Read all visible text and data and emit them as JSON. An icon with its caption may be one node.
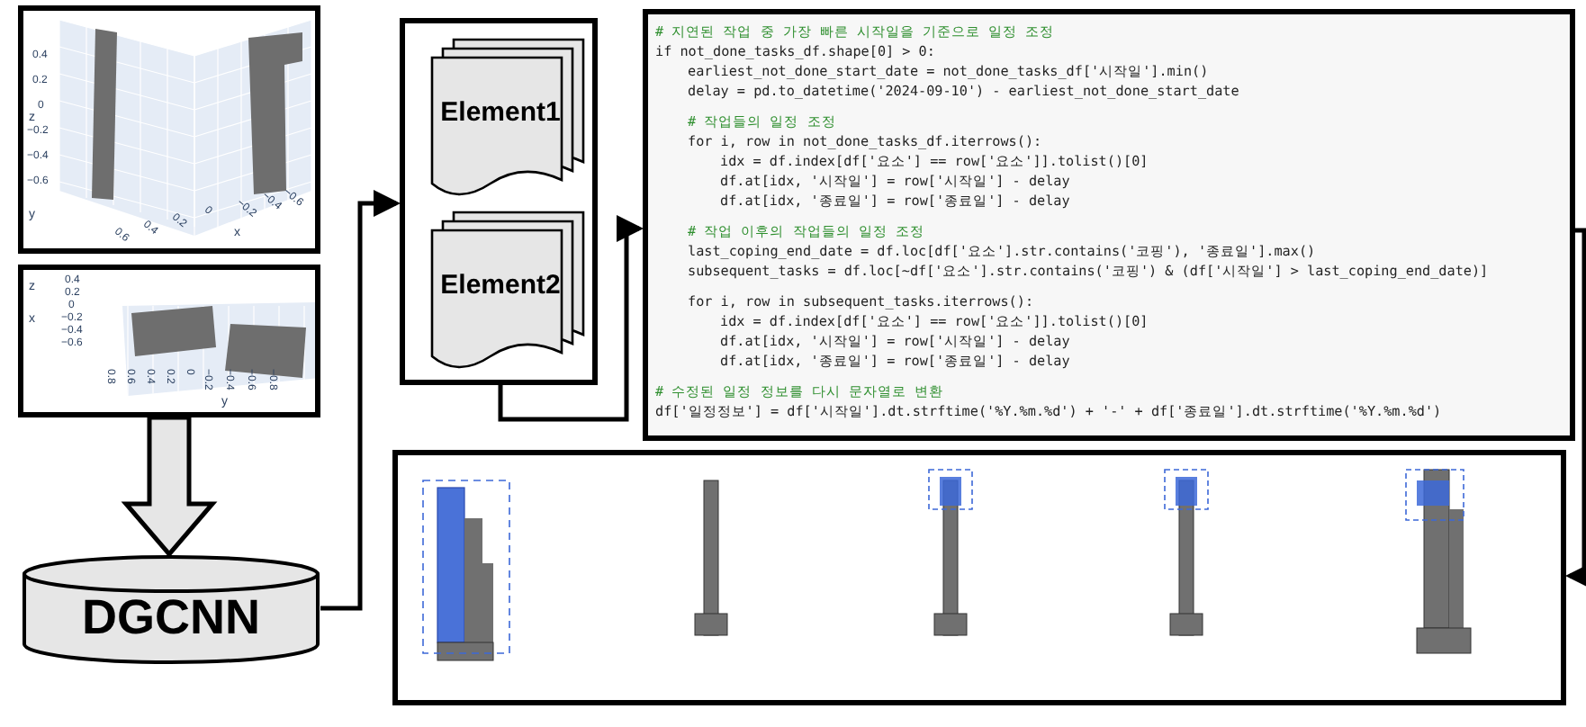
{
  "diagram": {
    "nodes": [
      {
        "text": [],
        "shape": "picture"
      },
      {
        "text": [],
        "shape": "picture"
      },
      {
        "text": [
          "DGCNN"
        ]
      },
      {
        "text": [],
        "shape": "box"
      },
      {
        "text": [
          "Element1"
        ],
        "in": 3
      },
      {
        "text": [
          "Element2"
        ],
        "in": 3
      },
      {
        "text": [
          "# 지연된 작업 중 가장 빠른 시작일을 기준으로 일정 조정",
          "if not_done_tasks_df.shape[0] > 0:",
          "earliest_not_done_start_date = not_done_tasks_df['시작일'].min()",
          "delay = pd.to_datetime('2024-09-10') - earliest_not_done_start_date",
          "# 작업들의 일정 조정",
          "for i, row in not_done_tasks_df.iterrows():",
          "idx = df.index[df['요소'] == row['요소']].tolist()[0]",
          "df.at[idx, '시작일'] = row['시작일'] - delay",
          "df.at[idx, '종료일'] = row['종료일'] - delay",
          "# 작업 이후의 작업들의 일정 조정",
          "last_coping_end_date = df.loc[df['요소'].str.contains('코핑'), '종료일'].max()",
          "subsequent_tasks = df.loc[~df['요소'].str.contains('코핑') & (df['시작일'] > last_coping_end_date)]",
          "for i, row in subsequent_tasks.iterrows():",
          "idx = df.index[df['요소'] == row['요소']].tolist()[0]",
          "df.at[idx, '시작일'] = row['시작일'] - delay",
          "df.at[idx, '종료일'] = row['종료일'] - delay",
          "# 수정된 일정 정보를 다시 문자열로 변환",
          "df['일정정보'] = df['시작일'].dt.strftime('%Y.%m.%d') + '-' + df['종료일'].dt.strftime('%Y.%m.%d')"
        ]
      },
      {
        "text": [],
        "shape": "picture"
      }
    ],
    "edges": [
      {
        "from": 1,
        "to": 2,
        "arrow": "to",
        "style": "thick"
      },
      {
        "from": 2,
        "to": 3,
        "arrow": "to"
      },
      {
        "from": 3,
        "to": 6,
        "arrow": "to"
      },
      {
        "from": 6,
        "to": 7,
        "arrow": "to"
      }
    ],
    "labels": [
      "0.4",
      "0.2",
      "0",
      "−0.2",
      "−0.4",
      "−0.6",
      "z",
      "y",
      "0.6",
      "0.4",
      "0.2",
      "0",
      "−0.2",
      "−0.4",
      "−0.6",
      "x",
      "z",
      "x",
      "0.4",
      "0.2",
      "0",
      "−0.2",
      "−0.4",
      "−0.6",
      "0.8",
      "0.6",
      "0.4",
      "0.2",
      "0",
      "−0.2",
      "−0.4",
      "−0.6",
      "−0.8",
      "y"
    ]
  }
}
